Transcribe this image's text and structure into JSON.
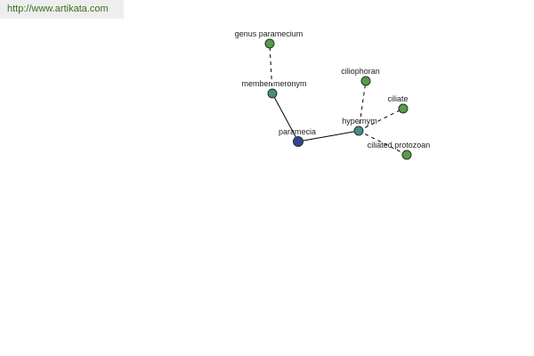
{
  "watermark": {
    "url": "http://www.artikata.com"
  },
  "colors": {
    "leaf_node": "#5a9a4a",
    "relation_node": "#4a8a86",
    "center_node": "#3a3f99",
    "edge": "#000000",
    "node_stroke": "#1f3a1f"
  },
  "graph": {
    "nodes": [
      {
        "id": "paramecia",
        "label": "paramecia",
        "kind": "center"
      },
      {
        "id": "member_meronym",
        "label": "member meronym",
        "kind": "relation"
      },
      {
        "id": "genus_paramecium",
        "label": "genus paramecium",
        "kind": "leaf"
      },
      {
        "id": "hypernym",
        "label": "hypernym",
        "kind": "relation"
      },
      {
        "id": "ciliophoran",
        "label": "ciliophoran",
        "kind": "leaf"
      },
      {
        "id": "ciliate",
        "label": "ciliate",
        "kind": "leaf"
      },
      {
        "id": "ciliated_protozoan",
        "label": "ciliated protozoan",
        "kind": "leaf"
      }
    ],
    "edges": [
      {
        "from": "paramecia",
        "to": "member_meronym",
        "style": "solid"
      },
      {
        "from": "paramecia",
        "to": "hypernym",
        "style": "solid"
      },
      {
        "from": "member_meronym",
        "to": "genus_paramecium",
        "style": "dashed"
      },
      {
        "from": "hypernym",
        "to": "ciliophoran",
        "style": "dashed"
      },
      {
        "from": "hypernym",
        "to": "ciliate",
        "style": "dashed"
      },
      {
        "from": "hypernym",
        "to": "ciliated_protozoan",
        "style": "dashed"
      }
    ]
  }
}
